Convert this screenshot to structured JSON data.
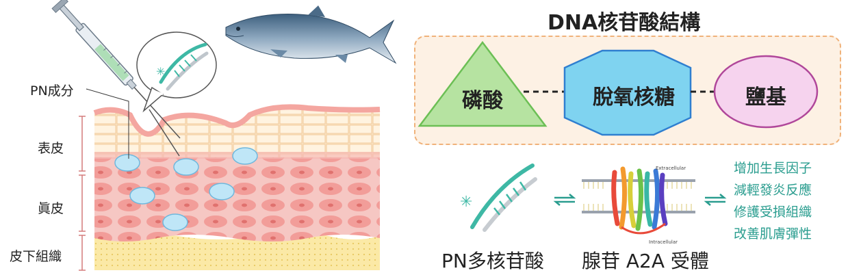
{
  "left_diagram": {
    "pn_label": "PN成分",
    "layers": [
      "表皮",
      "眞皮",
      "皮下組織"
    ]
  },
  "right_diagram": {
    "title": "DNA核苷酸結構",
    "components": [
      "磷酸",
      "脫氧核糖",
      "鹽基"
    ],
    "pn_label": "PN多核苷酸",
    "receptor_label": "腺苷 A2A 受體",
    "receptor_small_top": "Extracellular",
    "receptor_small_bottom": "Intracellular",
    "effects": [
      "增加生長因子",
      "減輕發炎反應",
      "修護受損組織",
      "改善肌膚彈性"
    ]
  },
  "colors": {
    "triangle": "#b6e3a1",
    "hexagon": "#7fd3f0",
    "ellipse": "#f6d3ee",
    "teal": "#2a9d8f",
    "panel_bg": "#fdf1e4"
  }
}
